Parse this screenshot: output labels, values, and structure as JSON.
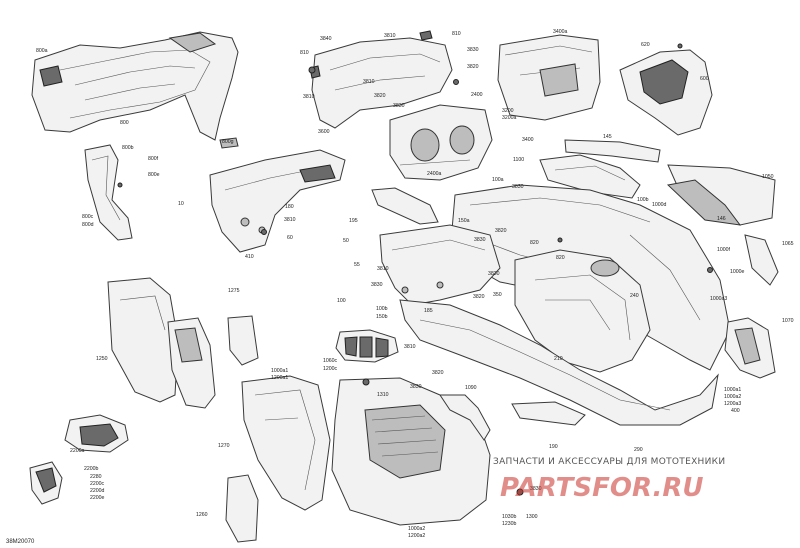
{
  "diagram": {
    "code": "38M20070",
    "watermark": {
      "text": "ЗАПЧАСТИ И АКСЕССУАРЫ ДЛЯ МОТОТЕХНИКИ",
      "logo": "PARTSFOR.RU"
    },
    "callouts": [
      {
        "id": "c800a",
        "text": "800a"
      },
      {
        "id": "c800",
        "text": "800"
      },
      {
        "id": "c800g",
        "text": "800g"
      },
      {
        "id": "c800b",
        "text": "800b"
      },
      {
        "id": "c800f",
        "text": "800f"
      },
      {
        "id": "c800e",
        "text": "800e"
      },
      {
        "id": "c800c",
        "text": "800c"
      },
      {
        "id": "c800d",
        "text": "800d"
      },
      {
        "id": "c3840",
        "text": "3840"
      },
      {
        "id": "c3810a",
        "text": "3810"
      },
      {
        "id": "c810a",
        "text": "810"
      },
      {
        "id": "c810b",
        "text": "810"
      },
      {
        "id": "c3810b",
        "text": "3810"
      },
      {
        "id": "c3830a",
        "text": "3830"
      },
      {
        "id": "c3820a",
        "text": "3820"
      },
      {
        "id": "c3810c",
        "text": "3810"
      },
      {
        "id": "c3820b",
        "text": "3820"
      },
      {
        "id": "c3830b",
        "text": "3830"
      },
      {
        "id": "c3600",
        "text": "3600"
      },
      {
        "id": "c2400",
        "text": "2400"
      },
      {
        "id": "c2400a",
        "text": "2400a"
      },
      {
        "id": "c3200",
        "text": "3200"
      },
      {
        "id": "c3200a",
        "text": "3200a"
      },
      {
        "id": "c3400a",
        "text": "3400a"
      },
      {
        "id": "c3400",
        "text": "3400"
      },
      {
        "id": "c620",
        "text": "620"
      },
      {
        "id": "c600",
        "text": "600"
      },
      {
        "id": "c145",
        "text": "145"
      },
      {
        "id": "c1100",
        "text": "1100"
      },
      {
        "id": "c3830c",
        "text": "3830"
      },
      {
        "id": "c100a",
        "text": "100a"
      },
      {
        "id": "c100b",
        "text": "100b"
      },
      {
        "id": "c1000d",
        "text": "1000d"
      },
      {
        "id": "c1050",
        "text": "1050"
      },
      {
        "id": "c146",
        "text": "146"
      },
      {
        "id": "c1000f",
        "text": "1000f"
      },
      {
        "id": "c1065",
        "text": "1065"
      },
      {
        "id": "c1000e",
        "text": "1000e"
      },
      {
        "id": "c1000a3",
        "text": "1000a3"
      },
      {
        "id": "c1070",
        "text": "1070"
      },
      {
        "id": "c10",
        "text": "10"
      },
      {
        "id": "c180",
        "text": "180"
      },
      {
        "id": "c3810d",
        "text": "3810"
      },
      {
        "id": "c60",
        "text": "60"
      },
      {
        "id": "c410",
        "text": "410"
      },
      {
        "id": "c195",
        "text": "195"
      },
      {
        "id": "c150a",
        "text": "150a"
      },
      {
        "id": "c3820c",
        "text": "3820"
      },
      {
        "id": "c50",
        "text": "50"
      },
      {
        "id": "c820",
        "text": "820"
      },
      {
        "id": "c55",
        "text": "55"
      },
      {
        "id": "c3810e",
        "text": "3810"
      },
      {
        "id": "c3830d",
        "text": "3830"
      },
      {
        "id": "c3830e",
        "text": "3830"
      },
      {
        "id": "c820b",
        "text": "820"
      },
      {
        "id": "c3820d",
        "text": "3820"
      },
      {
        "id": "c3830f",
        "text": "3830"
      },
      {
        "id": "c350",
        "text": "350"
      },
      {
        "id": "c240",
        "text": "240"
      },
      {
        "id": "c1275",
        "text": "1275"
      },
      {
        "id": "c1250",
        "text": "1250"
      },
      {
        "id": "c1270",
        "text": "1270"
      },
      {
        "id": "c100",
        "text": "100"
      },
      {
        "id": "c100b2",
        "text": "100b"
      },
      {
        "id": "c150b",
        "text": "150b"
      },
      {
        "id": "c185",
        "text": "185"
      },
      {
        "id": "c3810f",
        "text": "3810"
      },
      {
        "id": "c1060c",
        "text": "1060c"
      },
      {
        "id": "c1200c",
        "text": "1200c"
      },
      {
        "id": "c1000a1top",
        "text": "1000a1"
      },
      {
        "id": "c1200a1",
        "text": "1200a1"
      },
      {
        "id": "c3830g",
        "text": "3830"
      },
      {
        "id": "c3820e",
        "text": "3820"
      },
      {
        "id": "c1310",
        "text": "1310"
      },
      {
        "id": "c1090",
        "text": "1090"
      },
      {
        "id": "c210",
        "text": "210"
      },
      {
        "id": "c1000a1",
        "text": "1000a1"
      },
      {
        "id": "c1000a2",
        "text": "1000a2"
      },
      {
        "id": "c1200a3",
        "text": "1200a3"
      },
      {
        "id": "c400",
        "text": "400"
      },
      {
        "id": "c190",
        "text": "190"
      },
      {
        "id": "c290",
        "text": "290"
      },
      {
        "id": "c2200a",
        "text": "2200a"
      },
      {
        "id": "c2200b",
        "text": "2200b"
      },
      {
        "id": "c2280",
        "text": "2280"
      },
      {
        "id": "c2200c",
        "text": "2200c"
      },
      {
        "id": "c2200d",
        "text": "2200d"
      },
      {
        "id": "c2200e",
        "text": "2200e"
      },
      {
        "id": "c1260",
        "text": "1260"
      },
      {
        "id": "c3830h",
        "text": "3830"
      },
      {
        "id": "c1030b",
        "text": "1030b"
      },
      {
        "id": "c1230b",
        "text": "1230b"
      },
      {
        "id": "c1300",
        "text": "1300"
      },
      {
        "id": "c1000a2b",
        "text": "1000a2"
      },
      {
        "id": "c1200a2",
        "text": "1200a2"
      }
    ]
  }
}
